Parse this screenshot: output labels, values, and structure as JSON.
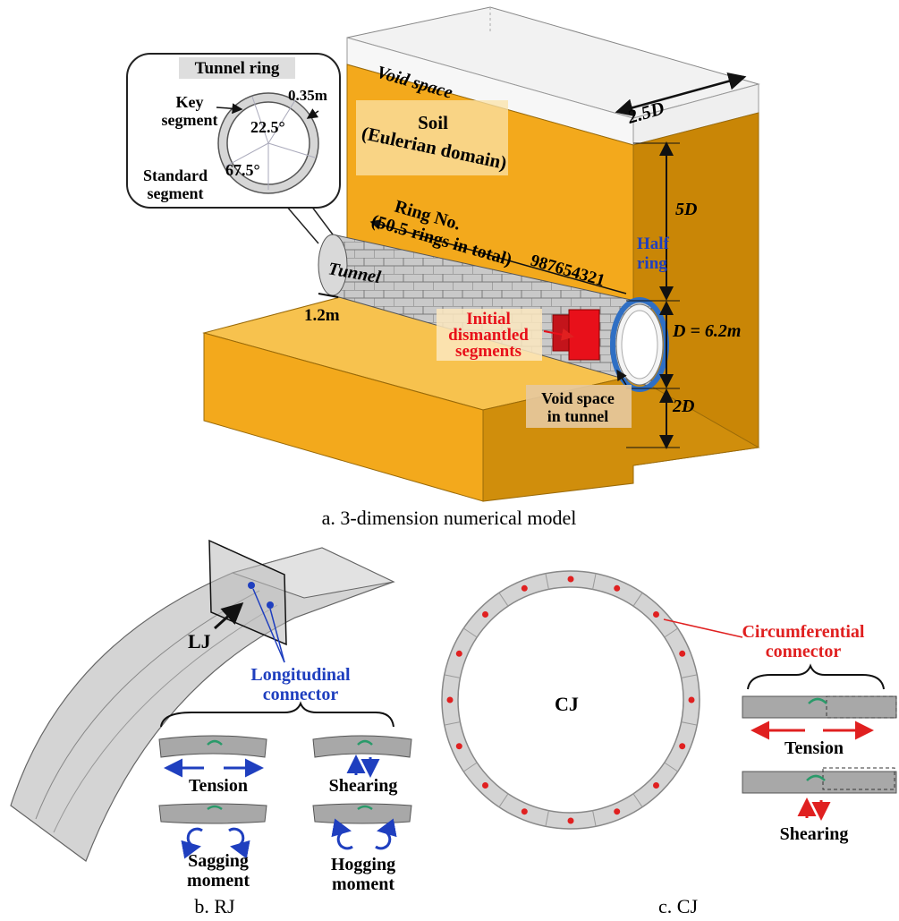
{
  "model": {
    "caption": "a. 3-dimension numerical model",
    "void_space": "Void space",
    "width_dim": "2.5D",
    "soil_line1": "Soil",
    "soil_line2": "(Eulerian domain)",
    "height_dim": "5D",
    "diameter_dim": "D = 6.2m",
    "bottom_dim": "2D",
    "ring_no_line1": "Ring No.",
    "ring_no_line2": "(50.5 rings in total)",
    "ring_numbers": "987654321",
    "half_ring_line1": "Half",
    "half_ring_line2": "ring",
    "tunnel": "Tunnel",
    "ring_width": "1.2m",
    "dismantled_line1": "Initial",
    "dismantled_line2": "dismantled",
    "dismantled_line3": "segments",
    "void_tunnel_line1": "Void space",
    "void_tunnel_line2": "in tunnel",
    "colors": {
      "soil": "#f3a91c",
      "soil_side": "#c98606",
      "soil_top": "#f7c24e",
      "dismantled": "#e8101a",
      "half_ring": "#2f6fc4"
    }
  },
  "ring_inset": {
    "title": "Tunnel ring",
    "key_line1": "Key",
    "key_line2": "segment",
    "thickness": "0.35m",
    "angle_key": "22.5°",
    "angle_std": "67.5°",
    "std_line1": "Standard",
    "std_line2": "segment"
  },
  "rj": {
    "caption": "b. RJ",
    "lj": "LJ",
    "connector_line1": "Longitudinal",
    "connector_line2": "connector",
    "tension": "Tension",
    "shearing": "Shearing",
    "sagging_line1": "Sagging",
    "sagging_line2": "moment",
    "hogging_line1": "Hogging",
    "hogging_line2": "moment"
  },
  "cj": {
    "caption": "c. CJ",
    "center": "CJ",
    "connector_line1": "Circumferential",
    "connector_line2": "connector",
    "tension": "Tension",
    "shearing": "Shearing"
  }
}
